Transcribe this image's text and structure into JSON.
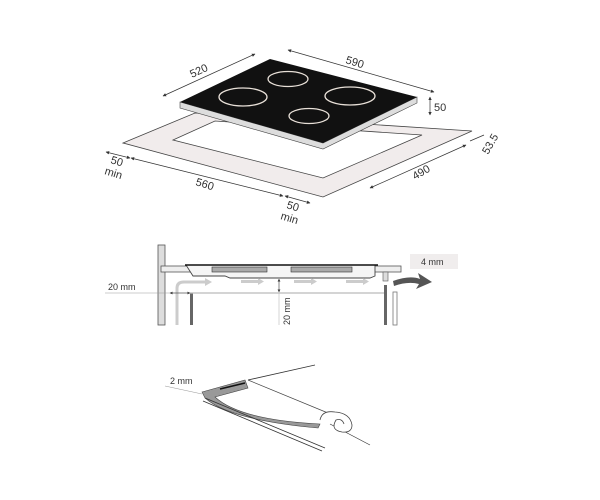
{
  "top_view": {
    "depth": "520",
    "width": "590",
    "height": "50",
    "rear_clearance": "53.5",
    "cutout_depth": "490",
    "cutout_width": "560",
    "left_min": "50",
    "left_min_unit": "min",
    "front_min": "50",
    "front_min_unit": "min"
  },
  "section_view": {
    "gap_label": "4 mm",
    "side_clearance": "20 mm",
    "bottom_clearance": "20 mm"
  },
  "seal_view": {
    "seal_thickness": "2 mm"
  },
  "colors": {
    "glass": "#111111",
    "counter": "#f1ecec",
    "line": "#333333",
    "arrow": "#c8c8c8",
    "dark_arrow": "#555555"
  }
}
